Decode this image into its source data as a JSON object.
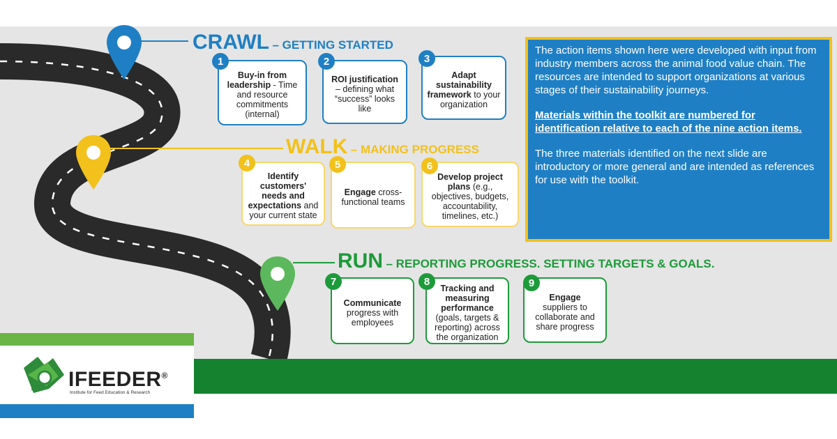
{
  "crawl": {
    "title": "CRAWL",
    "subtitle": "– GETTING STARTED",
    "items": [
      {
        "num": "1",
        "bold": "Buy-in from leadership",
        "rest": " - Time and resource commitments (internal)"
      },
      {
        "num": "2",
        "bold": "ROI justification",
        "rest": " – defining what “success” looks like"
      },
      {
        "num": "3",
        "bold": "Adapt sustainability framework",
        "rest": " to your organization"
      }
    ]
  },
  "walk": {
    "title": "WALK",
    "subtitle": "– MAKING PROGRESS",
    "items": [
      {
        "num": "4",
        "bold": "Identify customers' needs and expectations",
        "rest": " and your current state"
      },
      {
        "num": "5",
        "bold": "Engage",
        "rest": " cross-functional teams"
      },
      {
        "num": "6",
        "bold": "Develop project plans",
        "rest": " (e.g., objectives, budgets, accountability, timelines, etc.)"
      }
    ]
  },
  "run": {
    "title": "RUN",
    "subtitle": "– REPORTING PROGRESS. SETTING TARGETS & GOALS.",
    "items": [
      {
        "num": "7",
        "bold": "Communicate",
        "rest": " progress with employees"
      },
      {
        "num": "8",
        "bold": "Tracking and measuring performance",
        "rest": " (goals, targets & reporting) across the organization"
      },
      {
        "num": "9",
        "bold": "Engage",
        "rest": " suppliers to collaborate and share progress"
      }
    ]
  },
  "info": {
    "para1": "The action items shown here were developed with input from industry members across the animal food value chain. The resources are intended to support organizations at various stages of their sustainability journeys.",
    "para2": "Materials within the toolkit are numbered for identification relative to each of the nine action items.",
    "para3": "The three materials identified on the next slide are introductory or more general and are intended as references for use with the toolkit."
  },
  "logo": {
    "name": "IFEEDER",
    "mark": "®",
    "tagline": "Institute for Feed Education & Research"
  },
  "colors": {
    "crawl": "#1f7fc4",
    "walk": "#f2c11b",
    "run": "#1d9a3a",
    "road": "#2a2a2a"
  }
}
